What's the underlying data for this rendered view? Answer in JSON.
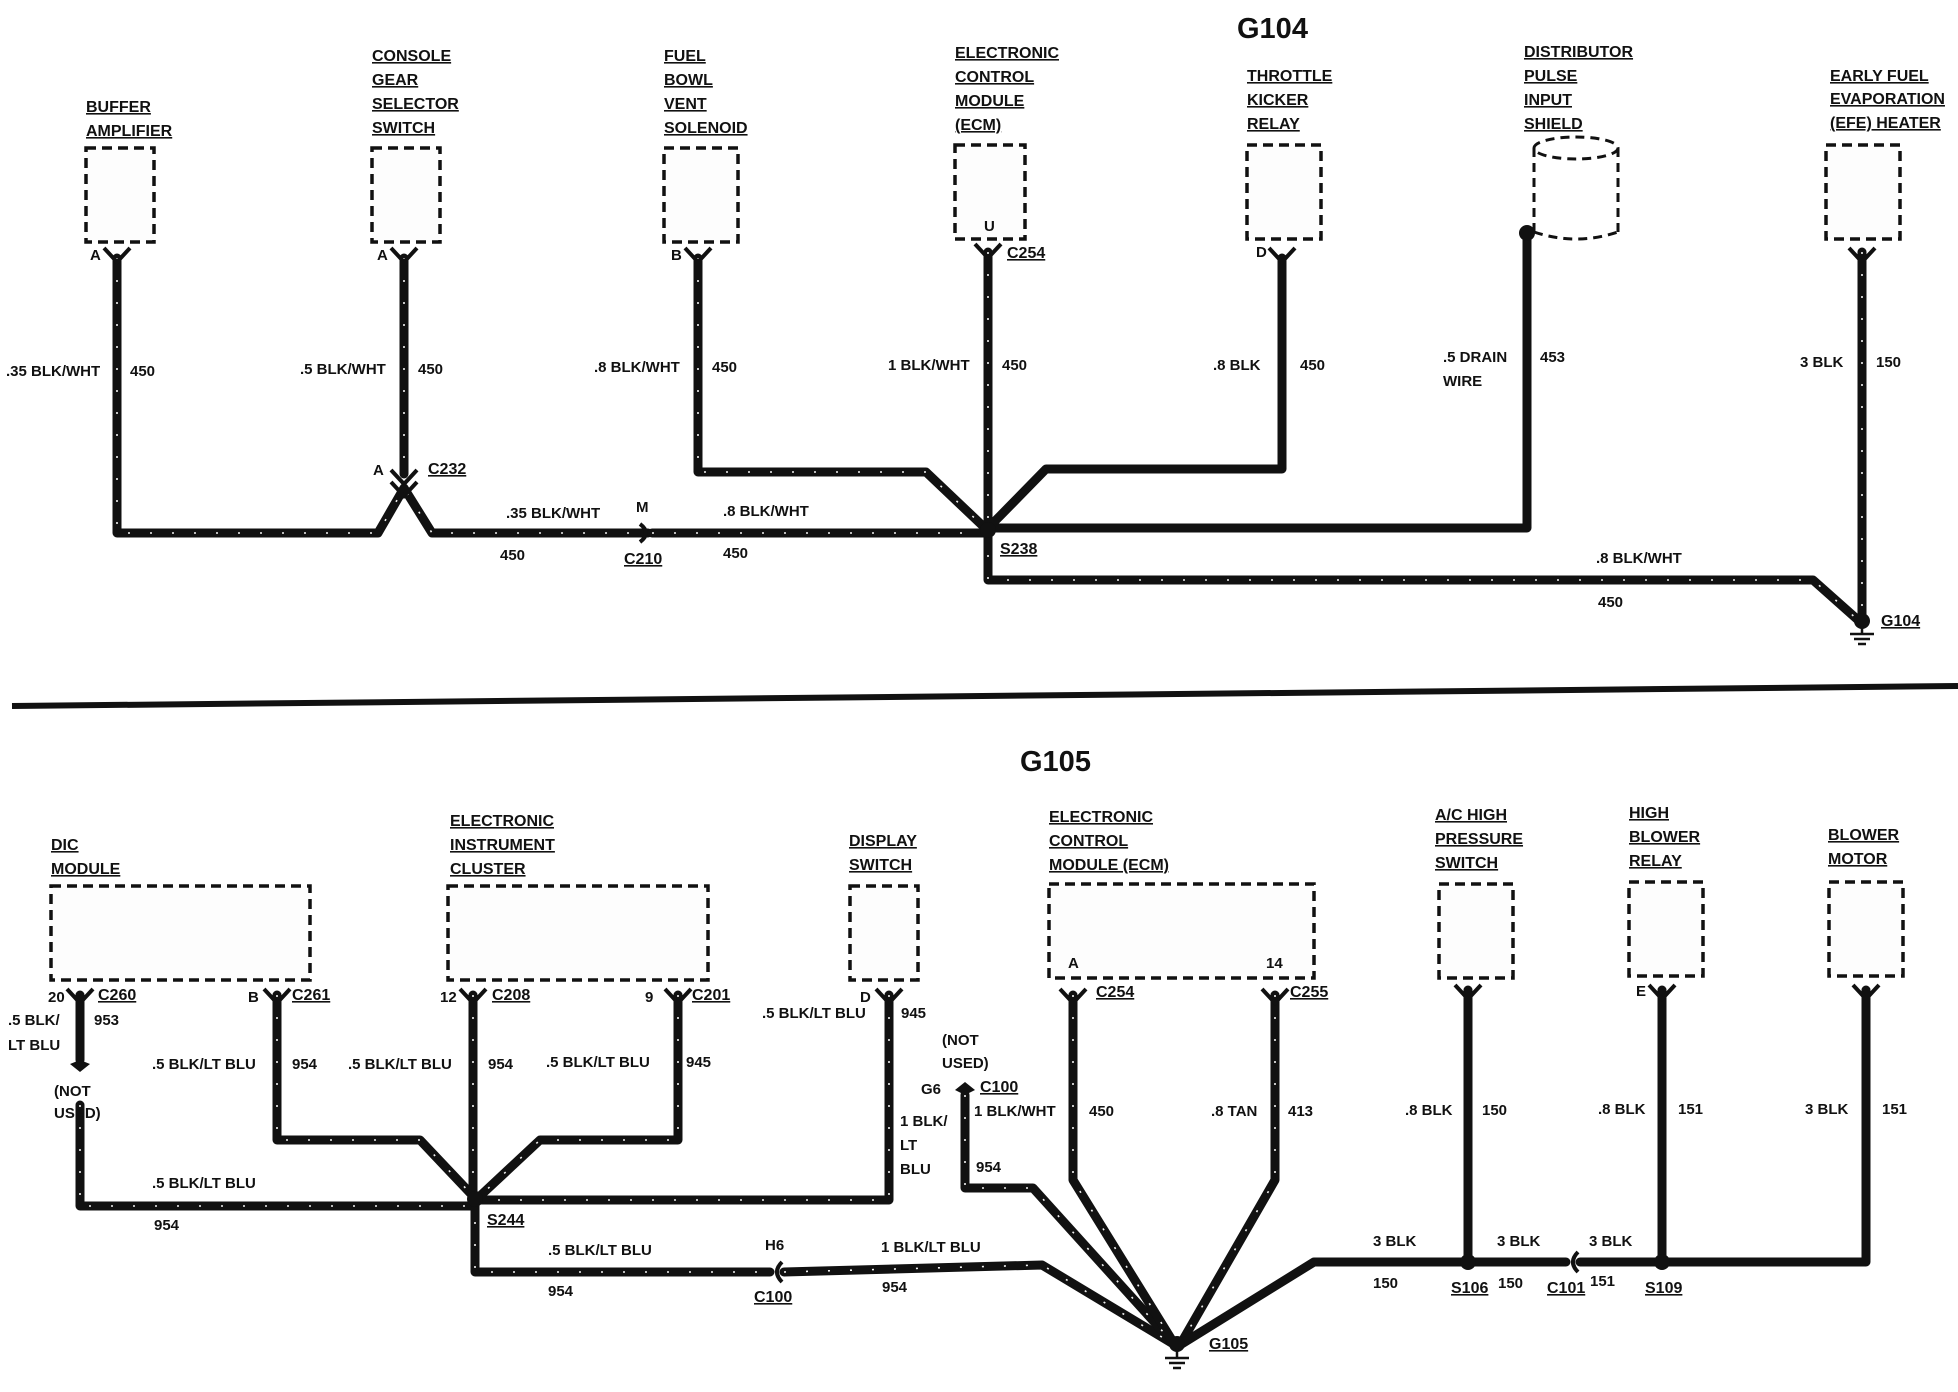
{
  "g104": {
    "title": "G104",
    "components": {
      "buffer": [
        "BUFFER",
        "AMPLIFIER"
      ],
      "console": [
        "CONSOLE",
        "GEAR",
        "SELECTOR",
        "SWITCH"
      ],
      "fuelbowl": [
        "FUEL",
        "BOWL",
        "VENT",
        "SOLENOID"
      ],
      "ecm": [
        "ELECTRONIC",
        "CONTROL",
        "MODULE",
        "(ECM)"
      ],
      "throttle": [
        "THROTTLE",
        "KICKER",
        "RELAY"
      ],
      "distributor": [
        "DISTRIBUTOR",
        "PULSE",
        "INPUT",
        "SHIELD"
      ],
      "efe": [
        "EARLY FUEL",
        "EVAPORATION",
        "(EFE) HEATER"
      ]
    },
    "pins": {
      "buffer": "A",
      "console": "A",
      "fuelbowl": "B",
      "ecm": "U",
      "throttle": "D",
      "c232": "A",
      "c210": "M"
    },
    "connectors": {
      "c254": "C254",
      "c232": "C232",
      "c210": "C210",
      "s238": "S238",
      "g104": "G104"
    },
    "wires": {
      "buffer": {
        "size": ".35 BLK/WHT",
        "circuit": "450"
      },
      "console": {
        "size": ".5 BLK/WHT",
        "circuit": "450"
      },
      "fuelbowl": {
        "size": ".8 BLK/WHT",
        "circuit": "450"
      },
      "ecm": {
        "size": "1 BLK/WHT",
        "circuit": "450"
      },
      "throttle": {
        "size": ".8 BLK",
        "circuit": "450"
      },
      "distributor": {
        "size1": ".5 DRAIN",
        "size2": "WIRE",
        "circuit": "453"
      },
      "efe": {
        "size": "3 BLK",
        "circuit": "150"
      },
      "bus_left": {
        "size": ".35 BLK/WHT",
        "circuit": "450"
      },
      "bus_mid": {
        "size": ".8 BLK/WHT",
        "circuit": "450"
      },
      "bus_ground": {
        "size": ".8 BLK/WHT",
        "circuit": "450"
      }
    }
  },
  "g105": {
    "title": "G105",
    "components": {
      "dic": [
        "DIC",
        "MODULE"
      ],
      "cluster": [
        "ELECTRONIC",
        "INSTRUMENT",
        "CLUSTER"
      ],
      "display": [
        "DISPLAY",
        "SWITCH"
      ],
      "ecm": [
        "ELECTRONIC",
        "CONTROL",
        "MODULE (ECM)"
      ],
      "ac": [
        "A/C HIGH",
        "PRESSURE",
        "SWITCH"
      ],
      "highblower": [
        "HIGH",
        "BLOWER",
        "RELAY"
      ],
      "blower": [
        "BLOWER",
        "MOTOR"
      ]
    },
    "pins": {
      "dic": "20",
      "dic2": "B",
      "cluster1": "12",
      "cluster2": "9",
      "display": "D",
      "ecm_a": "A",
      "ecm_14": "14",
      "highblower": "E",
      "c100_top": "G6",
      "c100_bot": "H6"
    },
    "connectors": {
      "c260": "C260",
      "c261": "C261",
      "c208": "C208",
      "c201": "C201",
      "c254": "C254",
      "c255": "C255",
      "c100_top": "C100",
      "c100_bot": "C100",
      "s244": "S244",
      "s106": "S106",
      "c101": "C101",
      "s109": "S109",
      "g105": "G105"
    },
    "not_used_top": [
      "(NOT",
      "USED)"
    ],
    "not_used_left": [
      "(NOT",
      "USED)"
    ],
    "wires": {
      "dic": {
        "size1": ".5 BLK/",
        "size2": "LT BLU",
        "circuit": "953"
      },
      "dic2": {
        "size": ".5 BLK/LT BLU",
        "circuit": "954"
      },
      "cluster1": {
        "size": ".5 BLK/LT BLU",
        "circuit": "954"
      },
      "cluster2": {
        "size": ".5 BLK/LT BLU",
        "circuit": "945"
      },
      "display": {
        "size": ".5 BLK/LT BLU",
        "circuit": "945"
      },
      "dic_return": {
        "size": ".5 BLK/LT BLU",
        "circuit": "954"
      },
      "s244_bottom": {
        "size": ".5 BLK/LT BLU",
        "circuit": "954"
      },
      "c100_bottom": {
        "size": "1 BLK/LT BLU",
        "circuit": "954"
      },
      "g6": {
        "size1": "1 BLK/",
        "size2": "LT",
        "size3": "BLU",
        "circuit": "954"
      },
      "ecm_a": {
        "size": "1 BLK/WHT",
        "circuit": "450"
      },
      "ecm_14": {
        "size": ".8 TAN",
        "circuit": "413"
      },
      "ac": {
        "size": ".8 BLK",
        "circuit": "150"
      },
      "highblower": {
        "size": ".8 BLK",
        "circuit": "151"
      },
      "blower": {
        "size": "3 BLK",
        "circuit": "151"
      },
      "bus1": {
        "size": "3 BLK",
        "circuit": "150"
      },
      "bus2": {
        "size": "3 BLK",
        "circuit": "150"
      },
      "bus3": {
        "size": "3 BLK",
        "circuit": "151"
      }
    }
  }
}
